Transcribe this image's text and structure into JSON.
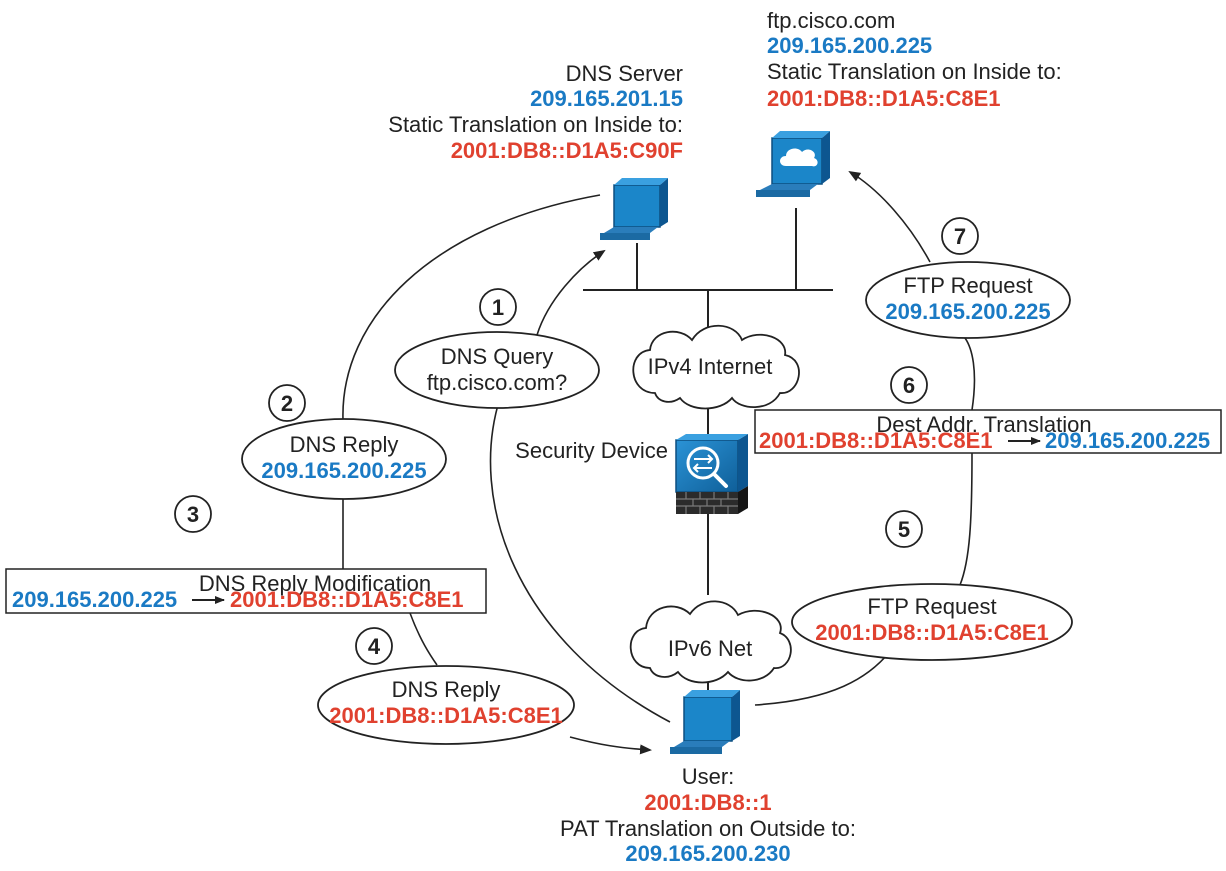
{
  "colors": {
    "blue": "#1a7ac4",
    "red": "#e0412f",
    "ink": "#222222",
    "screen": "#1b86c9"
  },
  "icons": {
    "host": "computer-icon",
    "security": "firewall-icon",
    "cloud": "cloud-icon"
  },
  "dns_server": {
    "name": "DNS Server",
    "ip": "209.165.201.15",
    "translation_label": "Static Translation on Inside to:",
    "translated_ip": "2001:DB8::D1A5:C90F"
  },
  "ftp_server": {
    "name": "ftp.cisco.com",
    "ip": "209.165.200.225",
    "translation_label": "Static Translation on Inside to:",
    "translated_ip": "2001:DB8::D1A5:C8E1"
  },
  "user": {
    "name": "User:",
    "ip": "2001:DB8::1",
    "translation_label": "PAT Translation on Outside to:",
    "translated_ip": "209.165.200.230"
  },
  "networks": {
    "ipv4": "IPv4 Internet",
    "ipv6": "IPv6 Net"
  },
  "security_device": "Security Device",
  "steps": [
    {
      "number": "1",
      "title": "DNS Query",
      "value": "ftp.cisco.com?"
    },
    {
      "number": "2",
      "title": "DNS Reply",
      "value": "209.165.200.225"
    },
    {
      "number": "3",
      "title": "DNS Reply Modification",
      "from": "209.165.200.225",
      "to": "2001:DB8::D1A5:C8E1"
    },
    {
      "number": "4",
      "title": "DNS Reply",
      "value": "2001:DB8::D1A5:C8E1"
    },
    {
      "number": "5",
      "title": "FTP Request",
      "value": "2001:DB8::D1A5:C8E1"
    },
    {
      "number": "6",
      "title": "Dest Addr. Translation",
      "from": "2001:DB8::D1A5:C8E1",
      "to": "209.165.200.225"
    },
    {
      "number": "7",
      "title": "FTP Request",
      "value": "209.165.200.225"
    }
  ]
}
